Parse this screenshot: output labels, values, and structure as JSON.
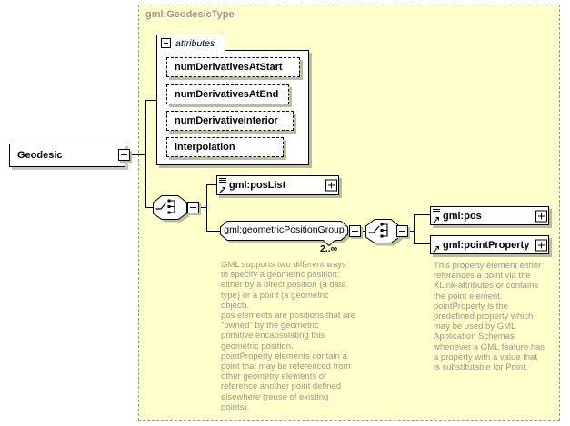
{
  "title": "gml:GeodesicType",
  "root": {
    "label": "Geodesic"
  },
  "attributes": {
    "label": "attributes",
    "items": [
      "numDerivativesAtStart",
      "numDerivativesAtEnd",
      "numDerivativeInterior",
      "interpolation"
    ]
  },
  "elements": {
    "posList": "gml:posList",
    "group": "gml:geometricPositionGroup",
    "groupCardinality": "2..∞",
    "pos": "gml:pos",
    "pointProperty": "gml:pointProperty"
  },
  "annotations": {
    "group": "GML supports two different ways\nto specify a geometric position:\neither by a direct position (a data\ntype) or a point (a geometric\nobject).\npos elements are positions that are\n\"owned\" by the geometric\nprimitive encapsulating this\ngeometric position.\npointProperty elements contain a\npoint that may be referenced from\nother geometry elements or\nreference another point defined\nelsewhere (reuse of existing\npoints).",
    "pointProperty": "This property element either\nreferences a point via the\nXLink-attributes or contains\nthe point element.\npointProperty is the\npredefined property which\nmay be used by GML\nApplication Schemas\nwhenever a GML feature has\na property with a value that\nis substitutable for Point."
  },
  "colors": {
    "diagram_bg": "#ffffcc",
    "outline_gray": "#999999",
    "doc_text": "#9a9a87",
    "shadow_on_yellow": "#bcbc9e",
    "shadow_on_white": "#c8c8c8"
  }
}
